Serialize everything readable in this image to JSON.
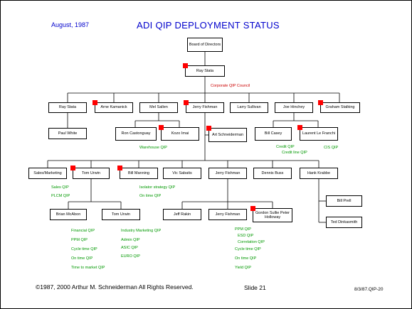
{
  "header": {
    "date": "August, 1987",
    "title": "ADI QIP DEPLOYMENT STATUS"
  },
  "boxes": {
    "board": "Board of Directors",
    "ray_top": "Ray Stata",
    "ray_stata": "Ray Stata",
    "paul_white": "Paul White",
    "arne": "Arne Kamanick",
    "mel": "Mel Sallen",
    "jerry_top": "Jerry Fishman",
    "larry": "Larry Sullivan",
    "joe": "Joe Hinchey",
    "graham": "Graham Stalking",
    "ron": "Ron Castonguay",
    "kozo": "Kozo Imai",
    "art": "Art Schneiderman",
    "bill_casey": "Bill Casey",
    "laurent": "Laurent Le Franchi",
    "sales": "Sales/Marketing",
    "tom_mid": "Tom Urwin",
    "bill_manning": "Bill Manning",
    "vic": "Vic Sabatis",
    "jerry_mid": "Jerry Fishman",
    "dennis": "Dennis Buss",
    "hank": "Hank Krabbe",
    "bill_prell": "Bill Prell",
    "ted": "Ted Dinkasmith",
    "brian": "Brian McAbon",
    "tom_low": "Tom Urwin",
    "jeff": "Jeff Rakin",
    "jerry_low": "Jerry Fishman",
    "gordon": "Gordon Sullie Peter Holloway"
  },
  "notes": {
    "council": "Corporate QIP Council",
    "warehouse": "Warehouse QIP",
    "credit": "Credit QIP",
    "credit_line": "Credit line QIP",
    "cis": "CIS QIP",
    "sales": [
      "Sales QIP",
      "PLCM QIP"
    ],
    "manning": [
      "Isolator strategy QIP",
      "On time QIP"
    ],
    "brian": [
      "Financial QIP",
      "PPM QIP",
      "Cycle time QIP",
      "On time QIP",
      "Time to market QIP"
    ],
    "tom": [
      "Industry Marketing QIP",
      "Admin QIP",
      "ASIC QIP",
      "EURO QIP"
    ],
    "jerry": [
      "PPM QIP",
      "ESD QIP",
      "Correlation QIP",
      "Cycle time QIP",
      "On time QIP",
      "Yield QIP"
    ]
  },
  "footer": {
    "copyright": "©1987, 2000 Arthur M. Schneiderman All Rights Reserved.",
    "slide": "Slide 21",
    "code": "8/3/87.QIP-20"
  },
  "colors": {
    "title": "#0000cc",
    "marker": "#ff0000",
    "qip_note": "#009900",
    "council": "#cc0000"
  }
}
